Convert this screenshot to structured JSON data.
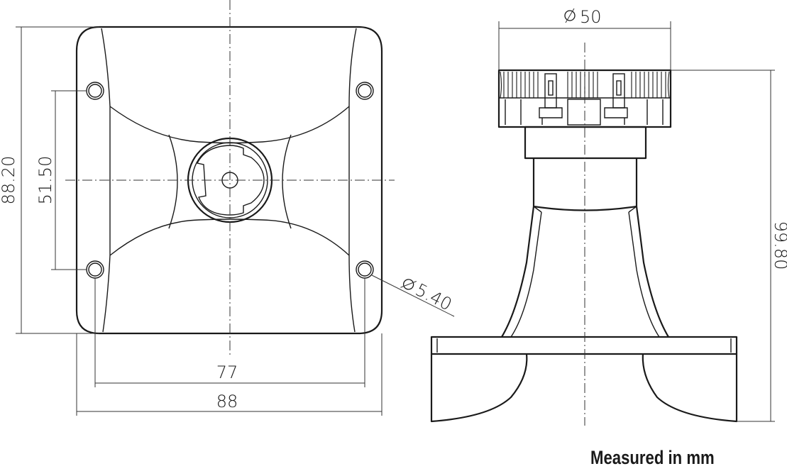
{
  "dimensions": {
    "front_height": "88.20",
    "hole_spacing_vertical": "51.50",
    "hole_spacing_horizontal": "77",
    "front_width": "88",
    "hole_diameter": "5.40",
    "side_diameter": "50",
    "side_height": "99.80",
    "diameter_symbol": "∅"
  },
  "caption": "Measured in mm",
  "colors": {
    "line": "#1a1a1a",
    "background": "#ffffff"
  }
}
